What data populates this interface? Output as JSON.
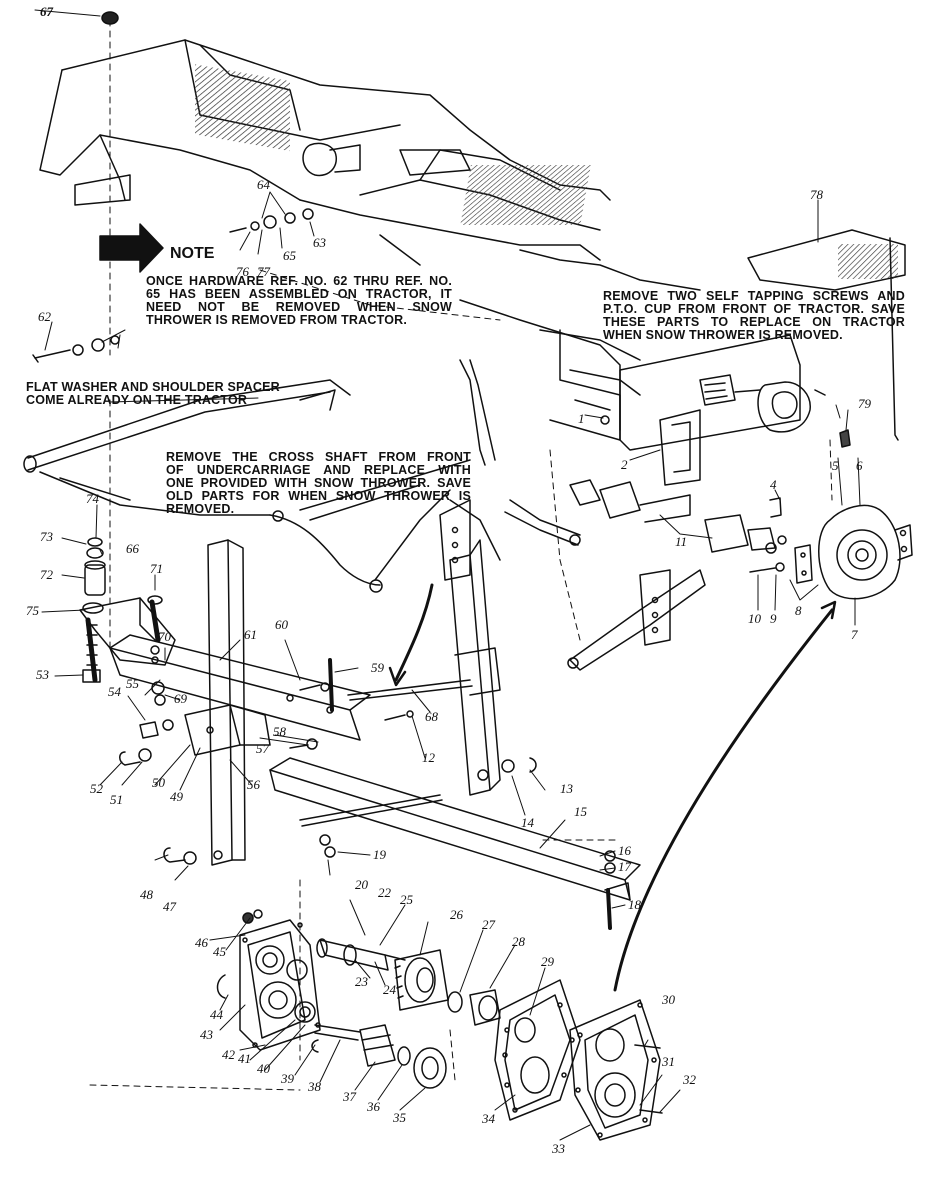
{
  "note_label": "NOTE",
  "notes": {
    "hardware": [
      "ONCE HARDWARE REF. NO. 62 THRU REF. NO.",
      "65 HAS BEEN ASSEMBLED ON TRACTOR, IT",
      "NEED NOT BE REMOVED WHEN SNOW",
      "THROWER IS REMOVED FROM TRACTOR."
    ],
    "screws": [
      "REMOVE TWO SELF TAPPING SCREWS AND",
      "P.T.O. CUP FROM FRONT OF TRACTOR. SAVE",
      "THESE PARTS TO REPLACE ON TRACTOR",
      "WHEN SNOW THROWER IS REMOVED."
    ],
    "washer": [
      "FLAT WASHER AND SHOULDER SPACER",
      "COME ALREADY ON THE TRACTOR"
    ],
    "cross_shaft": [
      "REMOVE THE CROSS SHAFT FROM FRONT",
      "OF UNDERCARRIAGE AND REPLACE WITH",
      "ONE PROVIDED WITH SNOW THROWER. SAVE",
      "OLD PARTS FOR WHEN SNOW THROWER IS",
      "REMOVED."
    ]
  },
  "ref_numbers": {
    "r1": "1",
    "r2": "2",
    "r4": "4",
    "r5": "5",
    "r6": "6",
    "r7": "7",
    "r8": "8",
    "r9": "9",
    "r10": "10",
    "r11": "11",
    "r12": "12",
    "r13": "13",
    "r14": "14",
    "r15": "15",
    "r16": "16",
    "r17": "17",
    "r18": "18",
    "r19": "19",
    "r20": "20",
    "r22": "22",
    "r23": "23",
    "r24": "24",
    "r25": "25",
    "r26": "26",
    "r27": "27",
    "r28": "28",
    "r29": "29",
    "r30": "30",
    "r31": "31",
    "r32": "32",
    "r33": "33",
    "r34": "34",
    "r35": "35",
    "r36": "36",
    "r37": "37",
    "r38": "38",
    "r39": "39",
    "r40": "40",
    "r41": "41",
    "r42": "42",
    "r43": "43",
    "r44": "44",
    "r45": "45",
    "r46": "46",
    "r47": "47",
    "r48": "48",
    "r49": "49",
    "r50": "50",
    "r51": "51",
    "r52": "52",
    "r53": "53",
    "r54": "54",
    "r55": "55",
    "r56": "56",
    "r57": "57",
    "r58": "58",
    "r59": "59",
    "r60": "60",
    "r61": "61",
    "r62": "62",
    "r63": "63",
    "r64": "64",
    "r65": "65",
    "r66": "66",
    "r67": "67",
    "r68": "68",
    "r69": "69",
    "r70": "70",
    "r71": "71",
    "r72": "72",
    "r73": "73",
    "r74": "74",
    "r75": "75",
    "r76": "76",
    "r77": "77",
    "r78": "78",
    "r79": "79"
  },
  "colors": {
    "ink": "#111111",
    "paper": "#ffffff",
    "hatch": "#555555"
  }
}
